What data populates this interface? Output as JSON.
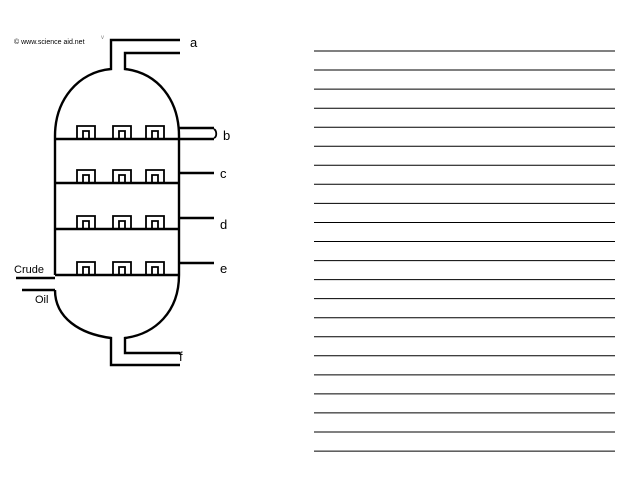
{
  "copyright": "© www.science aid.net",
  "corner_mark": "v",
  "feed": {
    "word1": "Crude",
    "word2": "Oil"
  },
  "outlets": {
    "a": "a",
    "b": "b",
    "c": "c",
    "d": "d",
    "e": "e",
    "f": "f"
  },
  "answer_lines": {
    "count": 22
  }
}
